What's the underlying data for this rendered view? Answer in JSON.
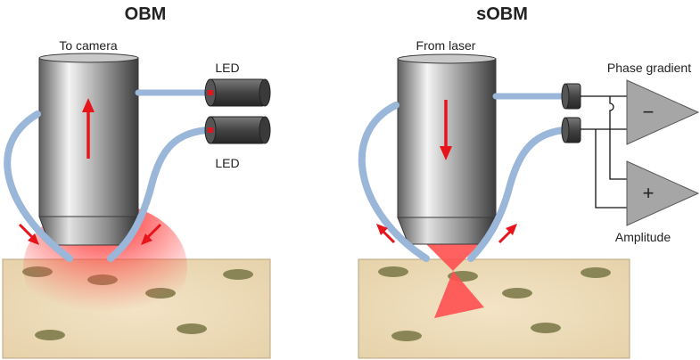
{
  "panels": {
    "obm": {
      "title": "OBM",
      "objective_label": "To camera",
      "led_top_label": "LED",
      "led_bottom_label": "LED"
    },
    "sobm": {
      "title": "sOBM",
      "objective_label": "From laser",
      "phase_label": "Phase gradient",
      "amplitude_label": "Amplitude",
      "minus_sign": "−",
      "plus_sign": "+"
    }
  },
  "colors": {
    "fiber": "#9ab6d8",
    "arrow": "#e8141c",
    "tissue": "#efdcb8",
    "inclusion": "#8a8556",
    "amplifier": "#a6a6a6",
    "connector": "#4a4a4a"
  }
}
